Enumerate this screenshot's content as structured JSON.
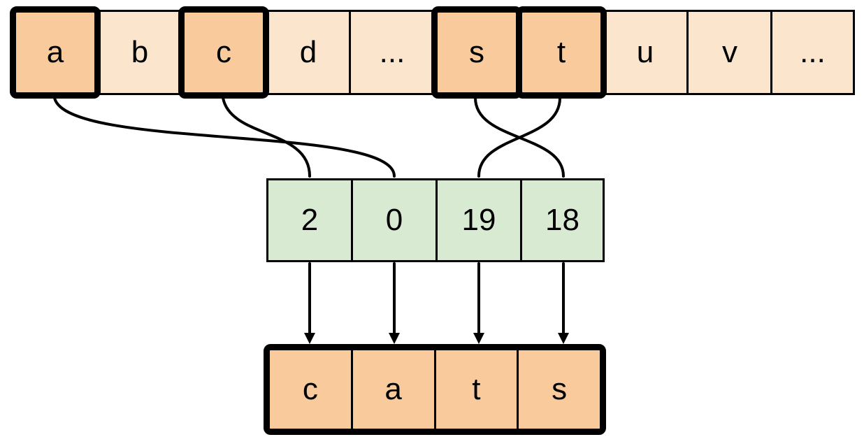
{
  "alphabet_row": {
    "cells": [
      {
        "label": "a",
        "highlighted": true
      },
      {
        "label": "b",
        "highlighted": false
      },
      {
        "label": "c",
        "highlighted": true
      },
      {
        "label": "d",
        "highlighted": false
      },
      {
        "label": "...",
        "highlighted": false
      },
      {
        "label": "s",
        "highlighted": true
      },
      {
        "label": "t",
        "highlighted": true
      },
      {
        "label": "u",
        "highlighted": false
      },
      {
        "label": "v",
        "highlighted": false
      },
      {
        "label": "...",
        "highlighted": false
      }
    ]
  },
  "index_row": {
    "cells": [
      {
        "label": "2"
      },
      {
        "label": "0"
      },
      {
        "label": "19"
      },
      {
        "label": "18"
      }
    ]
  },
  "output_row": {
    "cells": [
      {
        "label": "c"
      },
      {
        "label": "a"
      },
      {
        "label": "t"
      },
      {
        "label": "s"
      }
    ]
  },
  "connections": [
    {
      "from_letter": "a",
      "to_index": "0"
    },
    {
      "from_letter": "c",
      "to_index": "2"
    },
    {
      "from_letter": "s",
      "to_index": "18"
    },
    {
      "from_letter": "t",
      "to_index": "19"
    }
  ],
  "arrows": [
    {
      "from_index": "2",
      "to_letter": "c"
    },
    {
      "from_index": "0",
      "to_letter": "a"
    },
    {
      "from_index": "19",
      "to_letter": "t"
    },
    {
      "from_index": "18",
      "to_letter": "s"
    }
  ],
  "colors": {
    "highlight_fill": "#f9cb9c",
    "plain_fill": "#fce5cd",
    "index_fill": "#d9ead3",
    "stroke": "#000000",
    "background": "#ffffff"
  }
}
